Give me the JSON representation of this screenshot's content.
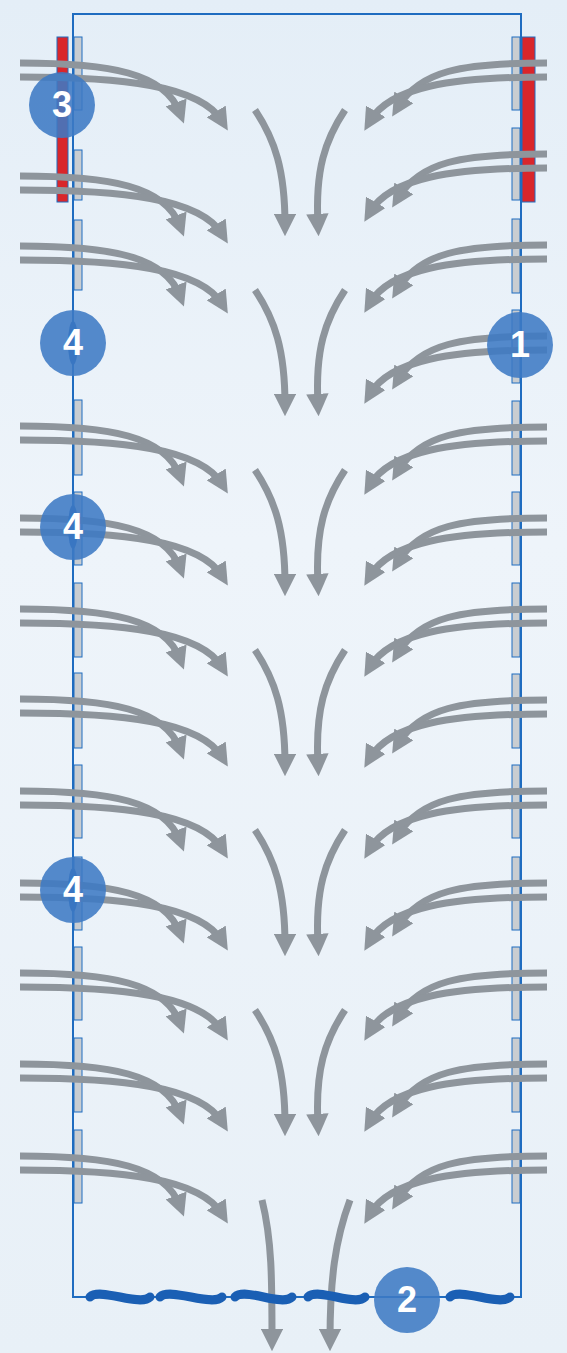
{
  "diagram": {
    "labels": [
      "3",
      "4",
      "1",
      "4",
      "4",
      "2"
    ]
  }
}
